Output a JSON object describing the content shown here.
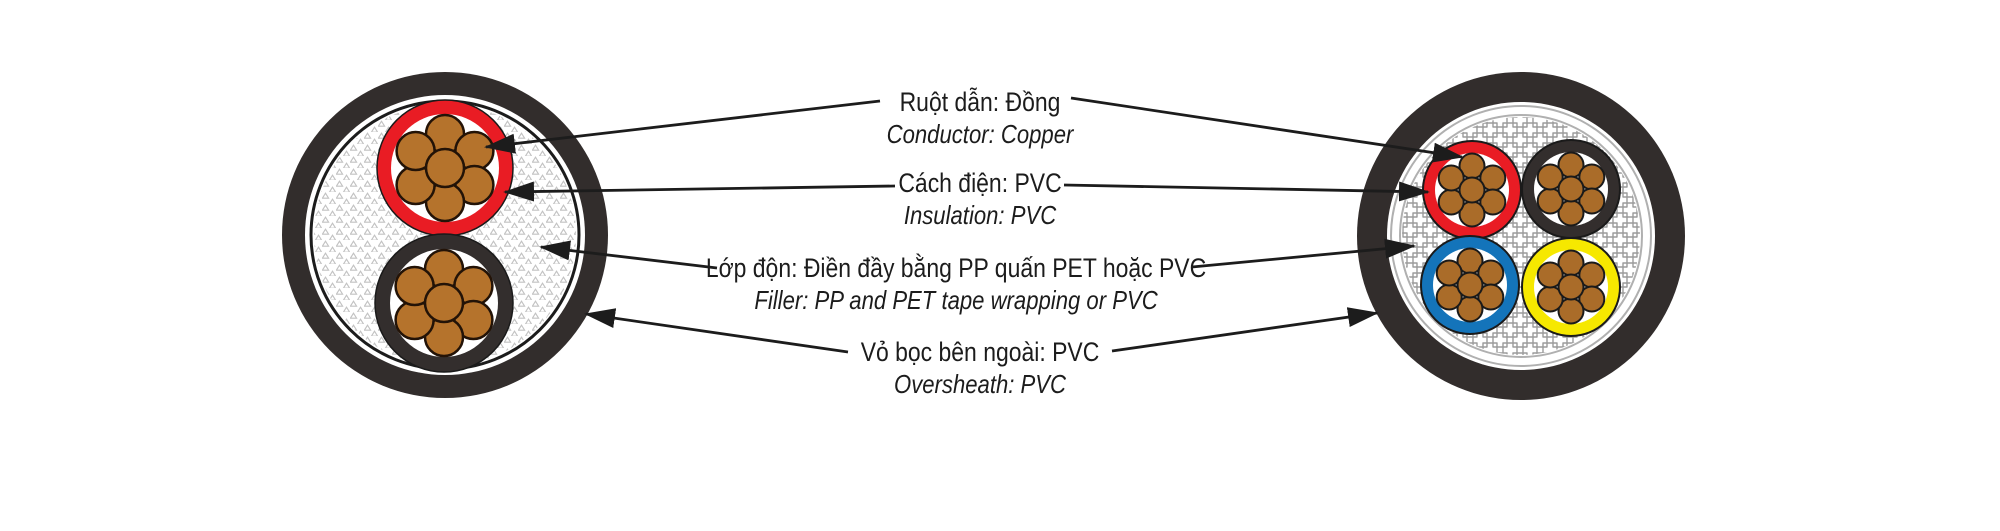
{
  "diagram": {
    "description": "Power cable cross-section diagram, bilingual Vietnamese/English",
    "labels": [
      {
        "id": "conductor",
        "vi": "Ruột dẫn: Đồng",
        "en": "Conductor: Copper"
      },
      {
        "id": "insulation",
        "vi": "Cách điện: PVC",
        "en": "Insulation: PVC"
      },
      {
        "id": "filler",
        "vi": "Lớp độn: Điền đầy bằng PP quấn PET hoặc PVC",
        "en": "Filler: PP and PET tape wrapping or PVC"
      },
      {
        "id": "oversheath",
        "vi": "Vỏ bọc bên ngoài: PVC",
        "en": "Oversheath: PVC"
      }
    ],
    "left_cable": {
      "name": "2-core cable cross-section",
      "core_count": 2,
      "core_colors": [
        "red",
        "black"
      ],
      "strands_per_core": 7
    },
    "right_cable": {
      "name": "4-core cable cross-section",
      "core_count": 4,
      "core_colors": [
        "red",
        "black",
        "blue",
        "yellow"
      ],
      "strands_per_core": 7
    },
    "colors": {
      "sheath": "#322d2c",
      "insulation_red": "#e91c24",
      "insulation_black": "#332e2d",
      "insulation_blue": "#1474ba",
      "insulation_yellow": "#f6e800",
      "copper_left": "#b5732c",
      "copper_right": "#aa6c29",
      "line": "#1c1c1c",
      "filler_pattern_left": "#c2c2c2",
      "filler_pattern_right": "#9b9b9b",
      "tape_ring": "#b0b0b0"
    }
  }
}
